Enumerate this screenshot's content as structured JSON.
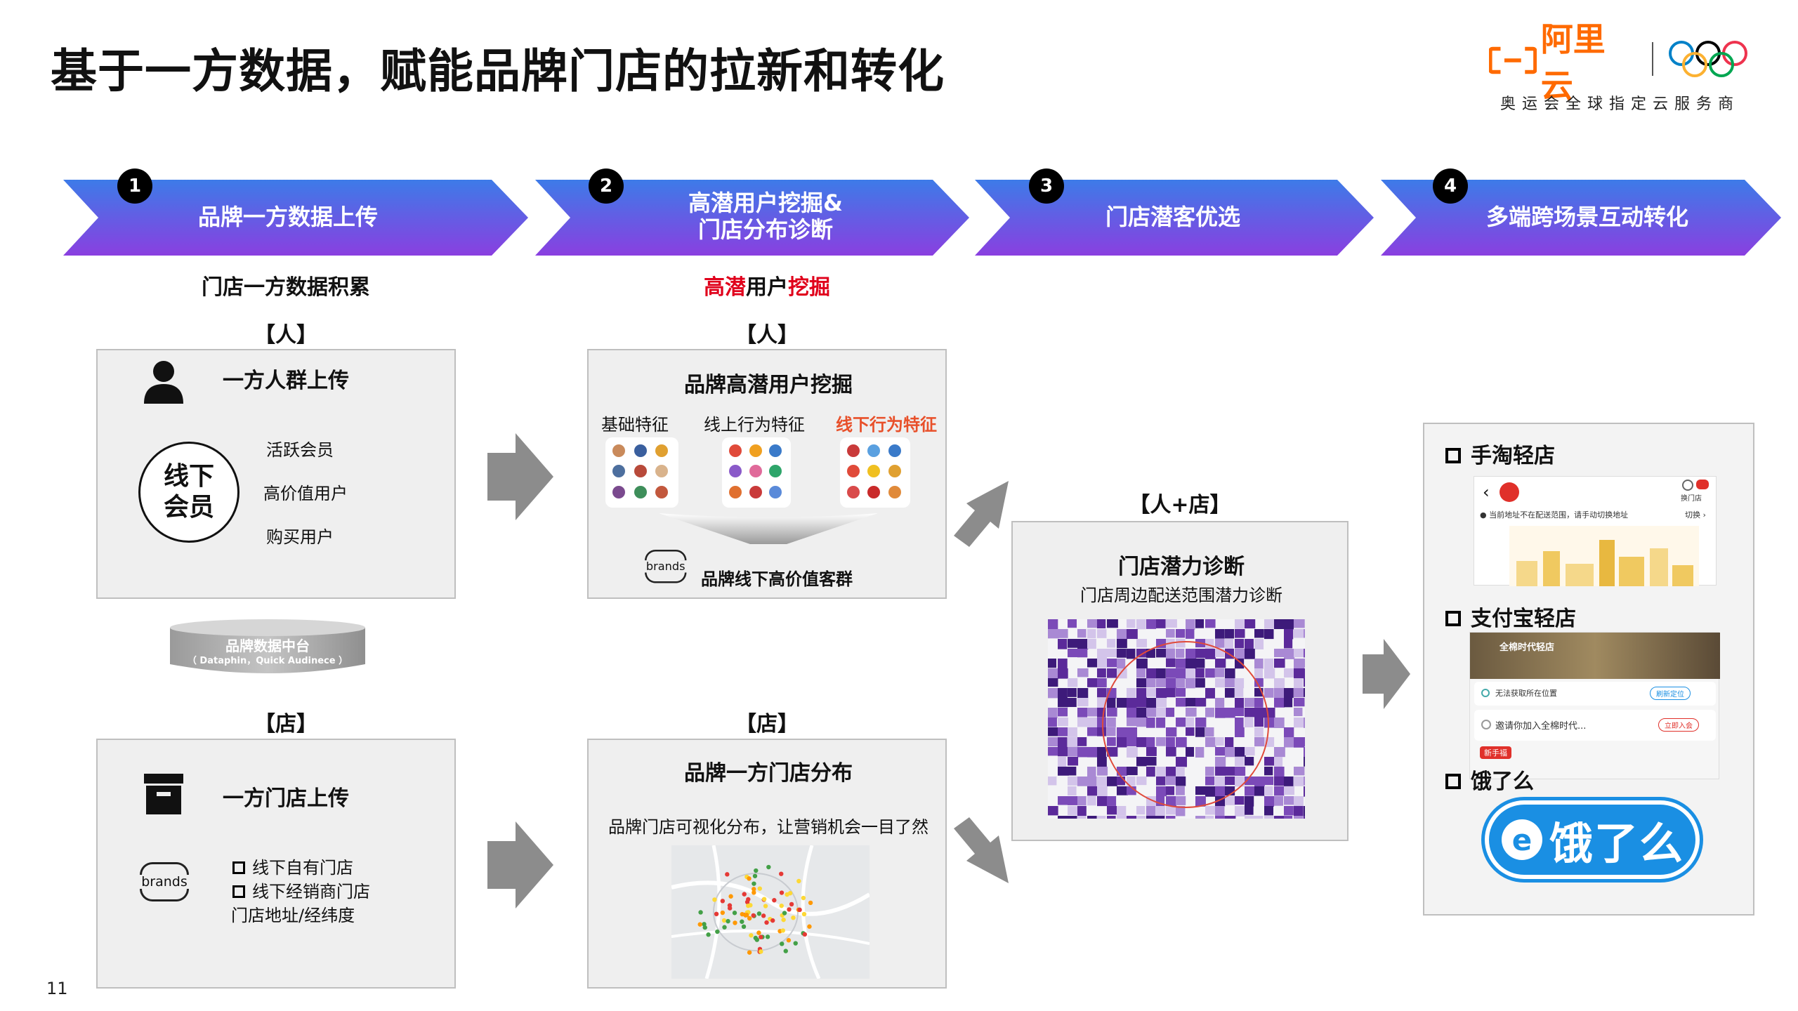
{
  "header": {
    "title": "基于一方数据，赋能品牌门店的拉新和转化",
    "brand_name": "阿里云",
    "slogan": "奥运会全球指定云服务商",
    "page_number": "11"
  },
  "steps": [
    {
      "num": "1",
      "label": "品牌一方数据上传"
    },
    {
      "num": "2",
      "label_line1": "高潜用户挖掘&",
      "label_line2": "门店分布诊断"
    },
    {
      "num": "3",
      "label": "门店潜客优选"
    },
    {
      "num": "4",
      "label": "多端跨场景互动转化"
    }
  ],
  "col1": {
    "heading": "门店一方数据积累",
    "person_tag": "【人】",
    "person_box": {
      "title": "一方人群上传",
      "circle_line1": "线下",
      "circle_line2": "会员",
      "items": [
        "活跃会员",
        "高价值用户",
        "购买用户"
      ]
    },
    "db": {
      "title": "品牌数据中台",
      "subtitle": "（ Dataphin，Quick Audinece ）"
    },
    "store_tag": "【店】",
    "store_box": {
      "title": "一方门店上传",
      "brands_text": "brands",
      "items": [
        "线下自有门店",
        "线下经销商门店"
      ],
      "address": "门店地址/经纬度"
    }
  },
  "col2": {
    "heading_red1": "高潜",
    "heading_black": "用户",
    "heading_red2": "挖掘",
    "person_tag": "【人】",
    "person_box": {
      "title": "品牌高潜用户挖掘",
      "features": [
        "基础特征",
        "线上行为特征",
        "线下行为特征"
      ],
      "brands_text": "brands",
      "result": "品牌线下高价值客群"
    },
    "store_tag": "【店】",
    "store_box": {
      "title": "品牌一方门店分布",
      "desc": "品牌门店可视化分布，让营销机会一目了然"
    }
  },
  "col3": {
    "tag": "【人+店】",
    "title": "门店潜力诊断",
    "desc": "门店周边配送范围潜力诊断"
  },
  "col4": {
    "items": [
      "手淘轻店",
      "支付宝轻店",
      "饿了么"
    ],
    "taobao_screen": {
      "notice": "当前地址不在配送范围，请手动切换地址",
      "switch": "切换 ›",
      "store_label": "换门店"
    },
    "alipay_screen": {
      "store_name": "全棉时代轻店",
      "row1": "无法获取所在位置",
      "row1_btn": "刷新定位",
      "row2": "邀请你加入全棉时代...",
      "row2_btn": "立即入会",
      "tag": "新手福"
    },
    "eleme_logo": "饿了么"
  },
  "colors": {
    "chevron_start": "#3d7be8",
    "chevron_end": "#8a3fe0",
    "red_text": "#e0001b",
    "orange_feature": "#e8502a",
    "aliyun_orange": "#ff6a00",
    "box_bg": "#efefef",
    "arrow_gray": "#8c8c8c",
    "map_purple": "#5b2a9a",
    "eleme_blue": "#1a8fe3"
  },
  "icons": [
    "person-icon",
    "box-icon",
    "gray-arrow-icon",
    "olympic-rings-icon",
    "aliyun-logo-icon"
  ]
}
